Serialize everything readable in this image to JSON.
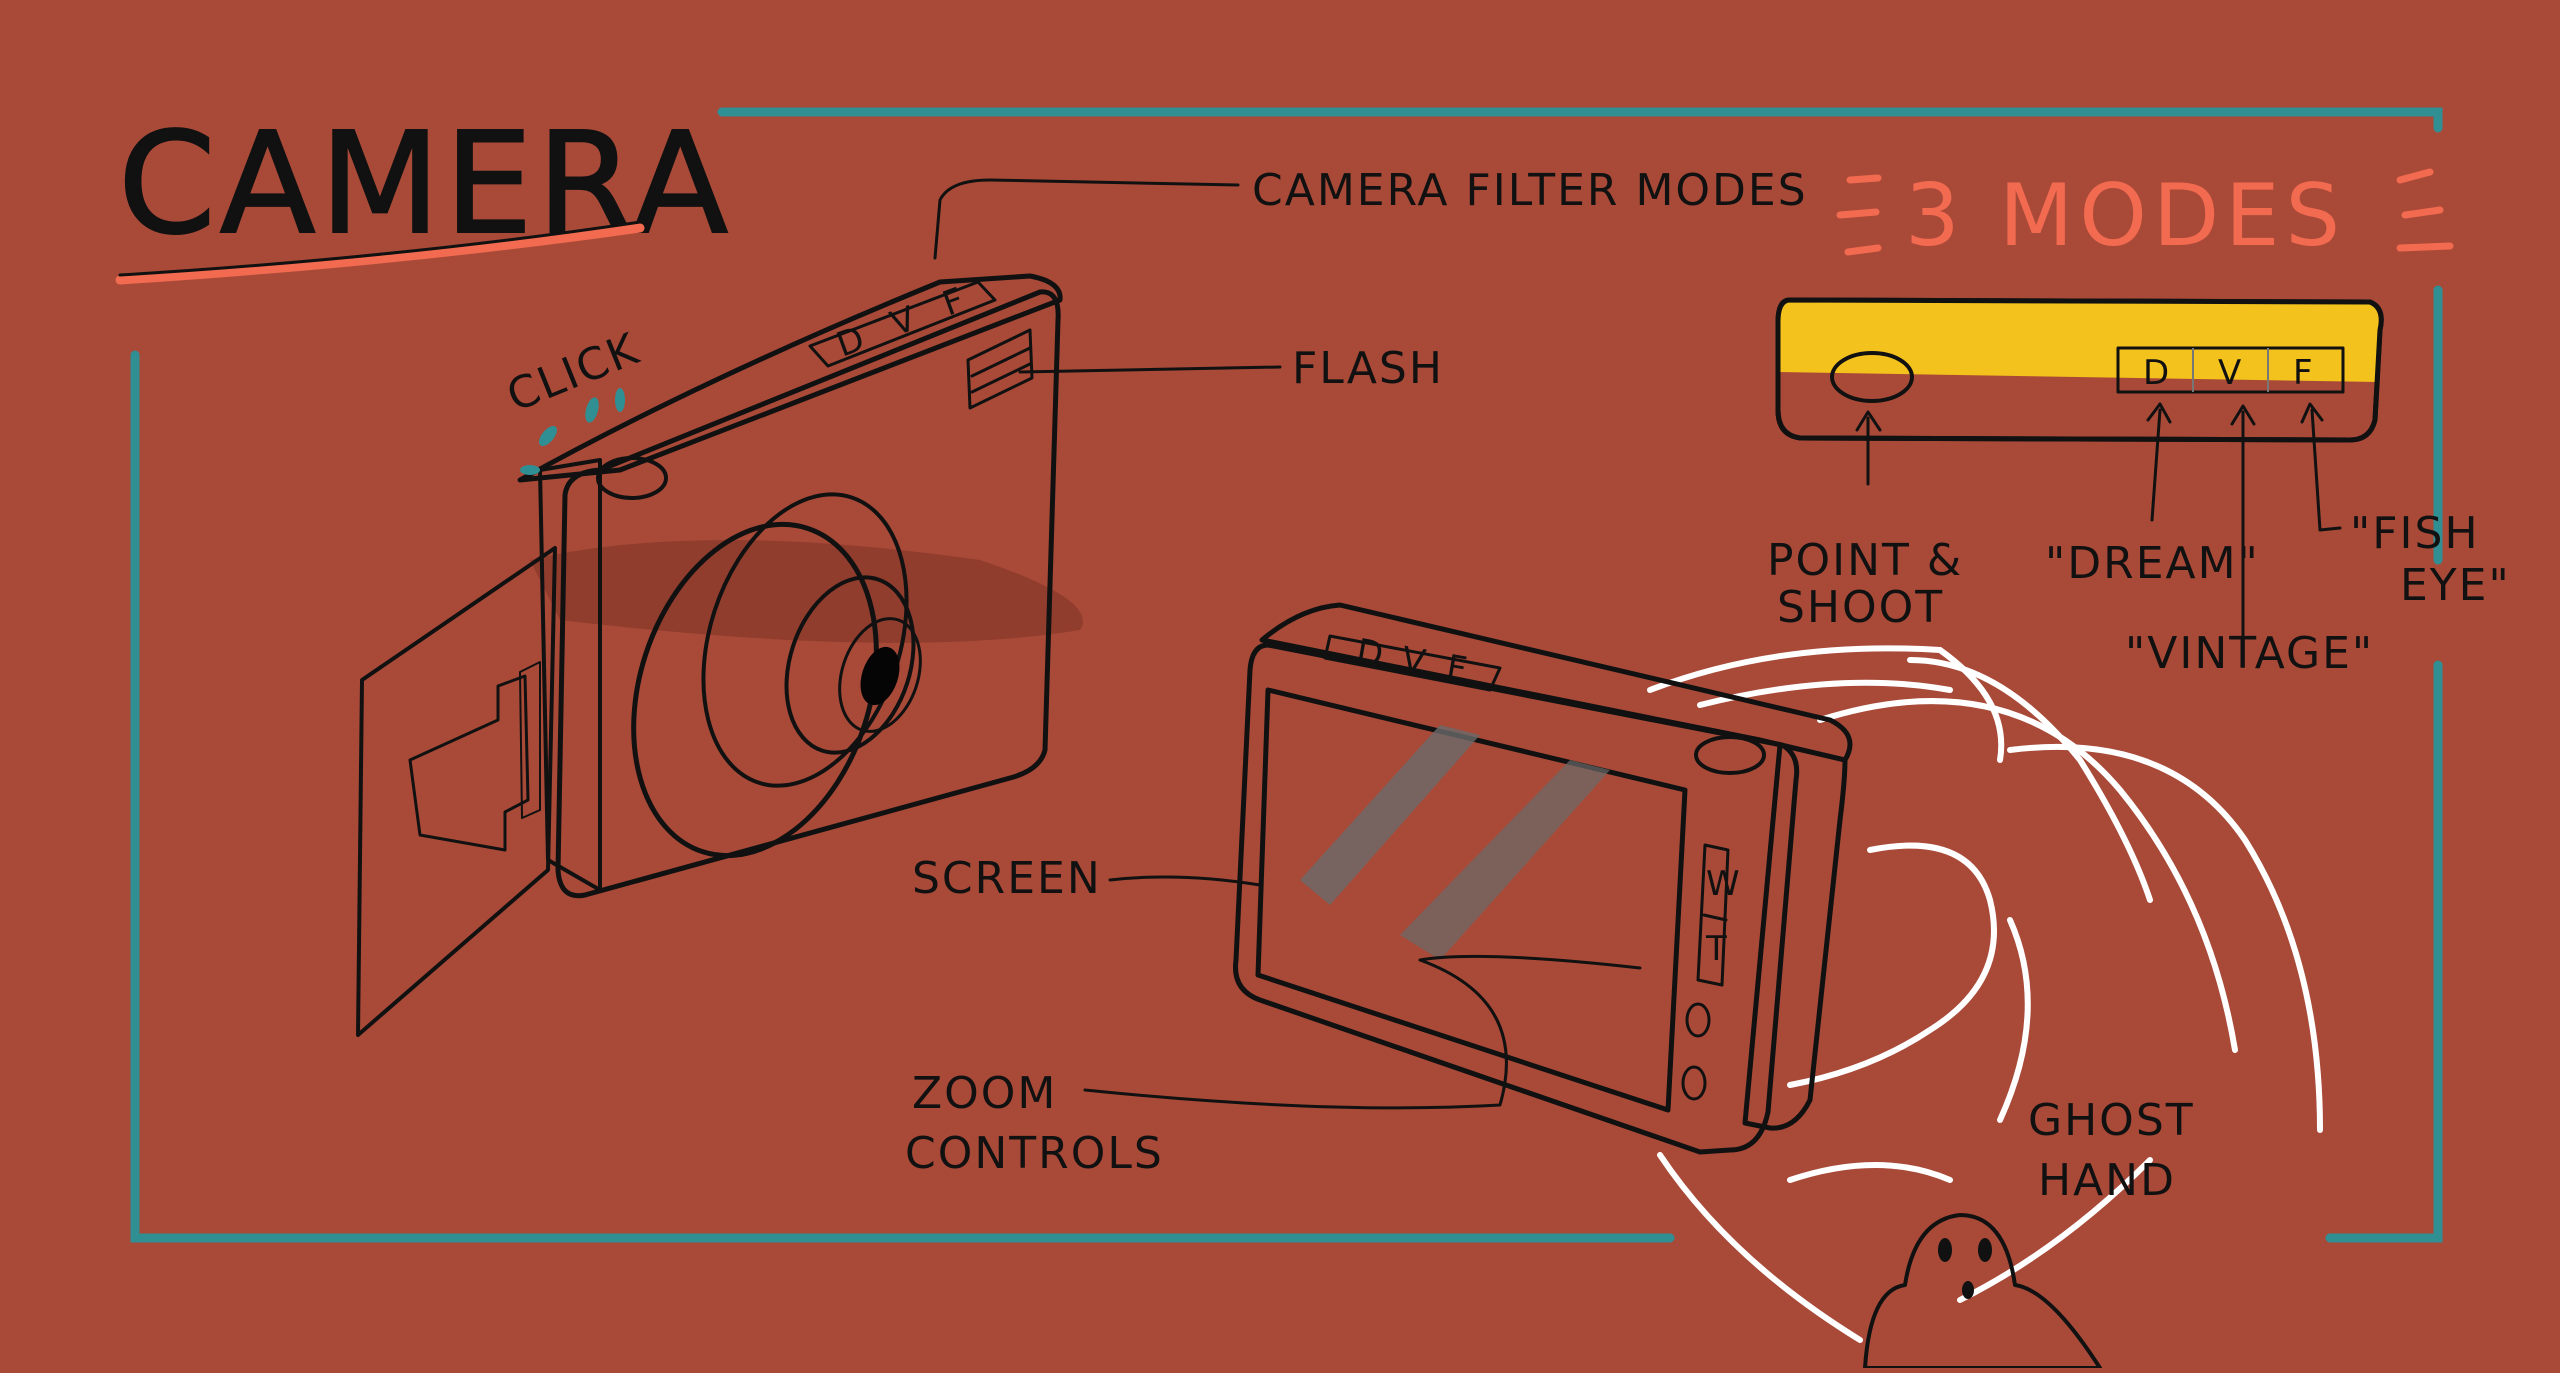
{
  "title": "CAMERA",
  "callout": "3 MODES",
  "mode_buttons": [
    "D",
    "V",
    "F"
  ],
  "zoom_buttons": [
    "W",
    "T"
  ],
  "labels": {
    "filter_modes": "CAMERA FILTER MODES",
    "flash": "FLASH",
    "click": "CLICK",
    "screen": "SCREEN",
    "zoom_line1": "ZOOM",
    "zoom_line2": "CONTROLS",
    "point_line1": "POINT &",
    "point_line2": "SHOOT",
    "dream": "\"DREAM\"",
    "vintage": "\"VINTAGE\"",
    "fish_line1": "\"FISH",
    "fish_line2": "EYE\"",
    "ghost_line1": "GHOST",
    "ghost_line2": "HAND"
  },
  "colors": {
    "background": "#a94a38",
    "frame_teal": "#2f8f93",
    "camera_yellow": "#f3c21c",
    "camera_white": "#f4f4f4",
    "accent_orange": "#f26a4f",
    "ink": "#111111"
  }
}
